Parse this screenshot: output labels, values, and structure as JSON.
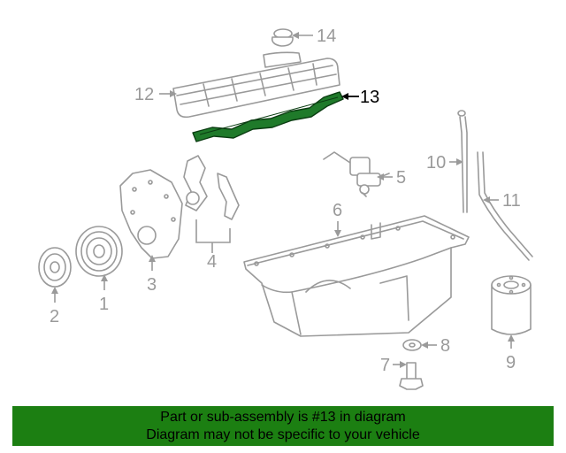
{
  "callouts": {
    "c1": "1",
    "c2": "2",
    "c3": "3",
    "c4": "4",
    "c5": "5",
    "c6": "6",
    "c7": "7",
    "c8": "8",
    "c9": "9",
    "c10": "10",
    "c11": "11",
    "c12": "12",
    "c13": "13",
    "c14": "14"
  },
  "highlight_part": "13",
  "colors": {
    "highlight_fill": "#1f7a2a",
    "footer_bg": "#1c7f12",
    "line_art": "#9a9a9a"
  },
  "footer": {
    "line1": "Part or sub-assembly is #13 in diagram",
    "line2": "Diagram may not be specific to your vehicle"
  }
}
